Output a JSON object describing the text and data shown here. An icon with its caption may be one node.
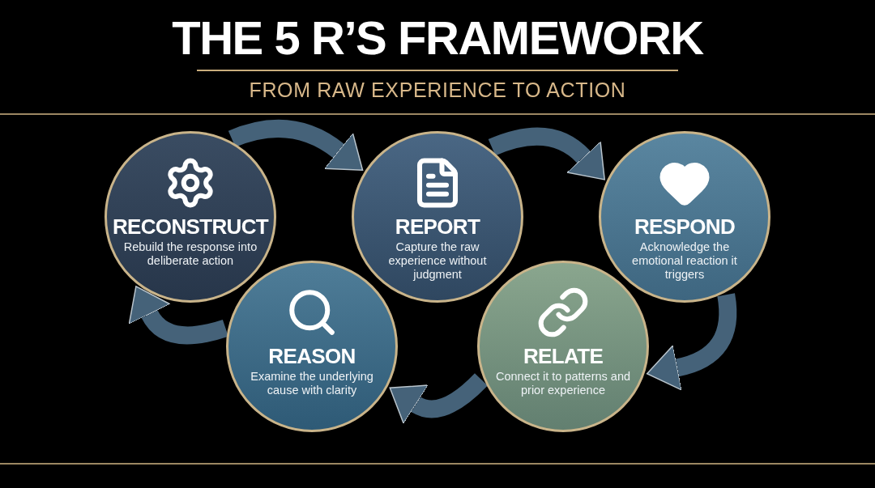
{
  "diagram": {
    "title": "THE 5 R’S FRAMEWORK",
    "nodes": [
      {
        "text": [
          "RECONSTRUCT",
          "Rebuild the response into deliberate action"
        ]
      },
      {
        "text": [
          "REPORT",
          "Capture the raw experience without judgment"
        ]
      },
      {
        "text": [
          "RESPOND",
          "Acknowledge the emotional reaction it triggers"
        ]
      },
      {
        "text": [
          "REASON",
          "Examine the underlying cause with clarity"
        ]
      },
      {
        "text": [
          "RELATE",
          "Connect it to patterns and prior experience"
        ]
      }
    ],
    "edges": [
      {
        "from": 0,
        "to": 1,
        "arrow": "to"
      },
      {
        "from": 1,
        "to": 2,
        "arrow": "to"
      },
      {
        "from": 2,
        "to": 4,
        "arrow": "to"
      },
      {
        "from": 4,
        "to": 3,
        "arrow": "to"
      },
      {
        "from": 3,
        "to": 0,
        "arrow": "to"
      }
    ],
    "labels": [
      "FROM RAW EXPERIENCE TO ACTION"
    ]
  }
}
